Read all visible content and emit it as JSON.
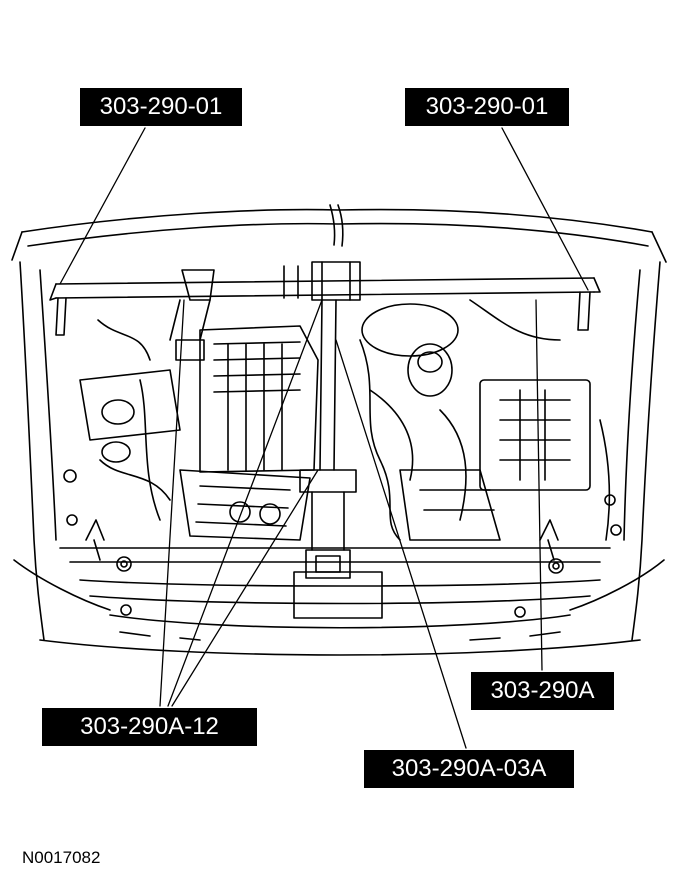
{
  "callouts": {
    "top_left": "303-290-01",
    "top_right": "303-290-01",
    "right": "303-290A",
    "bottom_left": "303-290A-12",
    "bottom_center": "303-290A-03A"
  },
  "figure_id": "N0017082",
  "colors": {
    "ink": "#000000",
    "paper": "#ffffff",
    "label_bg": "#000000",
    "label_text": "#ffffff"
  }
}
